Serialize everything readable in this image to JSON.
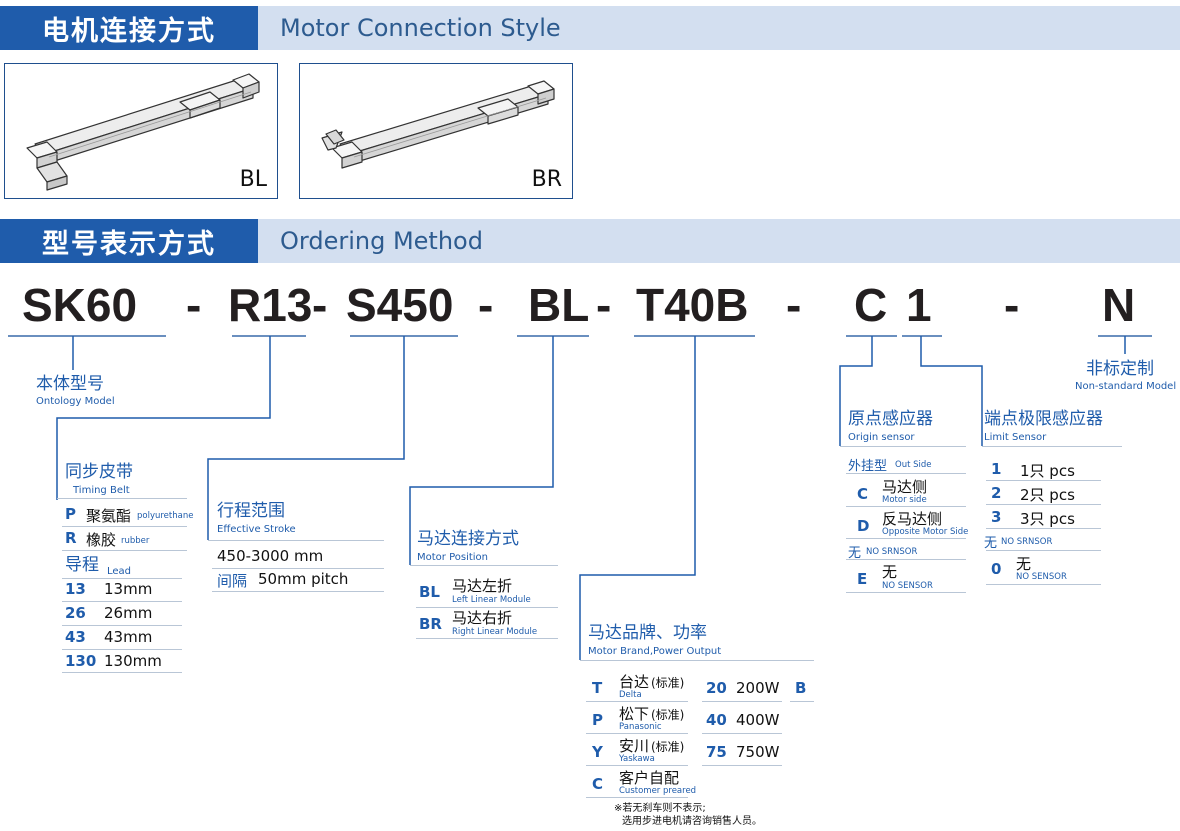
{
  "motor_section": {
    "title_cn": "电机连接方式",
    "title_en": "Motor Connection Style",
    "left_label": "BL",
    "right_label": "BR"
  },
  "ordering_section": {
    "title_cn": "型号表示方式",
    "title_en": "Ordering Method"
  },
  "code": {
    "model": "SK60",
    "dash1": "-",
    "lead": "R13",
    "dash2": "-",
    "stroke": "S450",
    "dash3": "-",
    "position": "BL",
    "dash4": "-",
    "brand": "T40B",
    "dash5": "-",
    "origin": "C",
    "limit": "1",
    "dash6": "-",
    "nonstd": "N"
  },
  "model_label": {
    "cn": "本体型号",
    "en": "Ontology Model"
  },
  "timing_belt": {
    "cn": "同步皮带",
    "en": "Timing Belt",
    "items": [
      {
        "key": "P",
        "cn": "聚氨酯",
        "en": "polyurethane"
      },
      {
        "key": "R",
        "cn": "橡胶",
        "en": "rubber"
      }
    ]
  },
  "lead": {
    "cn": "导程",
    "en": "Lead",
    "items": [
      {
        "key": "13",
        "value": "13mm"
      },
      {
        "key": "26",
        "value": "26mm"
      },
      {
        "key": "43",
        "value": "43mm"
      },
      {
        "key": "130",
        "value": "130mm"
      }
    ]
  },
  "stroke": {
    "cn": "行程范围",
    "en": "Effective Stroke",
    "range": "450-3000 mm",
    "interval_cn": "间隔",
    "interval_value": "50mm pitch"
  },
  "motor_position": {
    "cn": "马达连接方式",
    "en": "Motor Position",
    "items": [
      {
        "key": "BL",
        "cn": "马达左折",
        "en": "Left Linear Module"
      },
      {
        "key": "BR",
        "cn": "马达右折",
        "en": "Right Linear Module"
      }
    ]
  },
  "motor_brand": {
    "cn": "马达品牌、功率",
    "en": "Motor Brand,Power Output",
    "brands": [
      {
        "key": "T",
        "cn": "台达",
        "tag": "(标准)",
        "en": "Delta"
      },
      {
        "key": "P",
        "cn": "松下",
        "tag": "(标准)",
        "en": "Panasonic"
      },
      {
        "key": "Y",
        "cn": "安川",
        "tag": "(标准)",
        "en": "Yaskawa"
      },
      {
        "key": "C",
        "cn": "客户自配",
        "tag": "",
        "en": "Customer preared"
      }
    ],
    "powers": [
      {
        "key": "20",
        "value": "200W"
      },
      {
        "key": "40",
        "value": "400W"
      },
      {
        "key": "75",
        "value": "750W"
      }
    ],
    "brake_key": "B",
    "note_line1": "※若无刹车则不表示;",
    "note_line2": "选用步进电机请咨询销售人员。"
  },
  "origin_sensor": {
    "cn": "原点感应器",
    "en": "Origin sensor",
    "outside_cn": "外挂型",
    "outside_en": "Out Side",
    "items": [
      {
        "key": "C",
        "cn": "马达侧",
        "en": "Motor side"
      },
      {
        "key": "D",
        "cn": "反马达侧",
        "en": "Opposite Motor Side"
      }
    ],
    "none_cn": "无",
    "none_en": "NO SRNSOR",
    "none_item": {
      "key": "E",
      "cn": "无",
      "en": "NO SENSOR"
    }
  },
  "limit_sensor": {
    "cn": "端点极限感应器",
    "en": "Limit Sensor",
    "items": [
      {
        "key": "1",
        "value": "1只 pcs"
      },
      {
        "key": "2",
        "value": "2只 pcs"
      },
      {
        "key": "3",
        "value": "3只 pcs"
      }
    ],
    "none_cn": "无",
    "none_en": "NO SRNSOR",
    "none_item": {
      "key": "0",
      "cn": "无",
      "en": "NO SENSOR"
    }
  },
  "non_standard": {
    "cn": "非标定制",
    "en": "Non-standard Model"
  },
  "colors": {
    "primary": "#1f5cab",
    "header_light": "#d3dff0",
    "code_text": "#231f20"
  },
  "icons": [
    "linear-module-bl-illustration",
    "linear-module-br-illustration"
  ]
}
